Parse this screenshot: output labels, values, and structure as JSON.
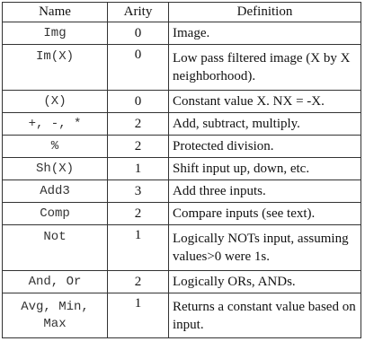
{
  "headers": {
    "name": "Name",
    "arity": "Arity",
    "definition": "Definition"
  },
  "rows": [
    {
      "name": "Img",
      "arity": "0",
      "definition": "Image."
    },
    {
      "name": "Im(X)",
      "arity": "0",
      "definition": "Low pass filtered image (X by X neighborhood)."
    },
    {
      "name": "(X)",
      "arity": "0",
      "definition": "Constant value X. NX = -X."
    },
    {
      "name": "+, -, *",
      "arity": "2",
      "definition": "Add, subtract, multiply."
    },
    {
      "name": "%",
      "arity": "2",
      "definition": "Protected division."
    },
    {
      "name": "Sh(X)",
      "arity": "1",
      "definition": "Shift input up, down, etc."
    },
    {
      "name": "Add3",
      "arity": "3",
      "definition": "Add three inputs."
    },
    {
      "name": "Comp",
      "arity": "2",
      "definition": "Compare inputs (see text)."
    },
    {
      "name": "Not",
      "arity": "1",
      "definition": "Logically NOTs input, assuming values>0 were 1s."
    },
    {
      "name": "And, Or",
      "arity": "2",
      "definition": "Logically ORs, ANDs."
    },
    {
      "name": "Avg, Min, Max",
      "arity": "1",
      "definition": "Returns a constant value based on input."
    }
  ]
}
